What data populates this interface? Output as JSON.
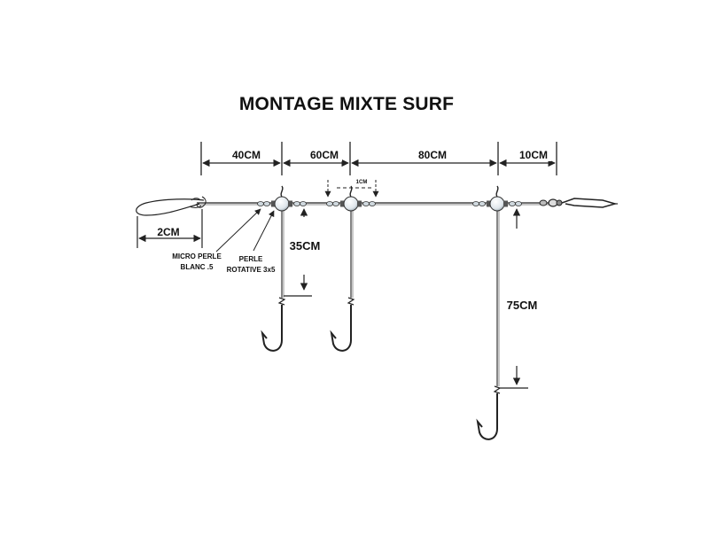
{
  "title": "MONTAGE MIXTE SURF",
  "dimensions": {
    "d40": "40CM",
    "d60": "60CM",
    "d80": "80CM",
    "d10": "10CM",
    "d1": "1CM",
    "d2": "2CM",
    "d35": "35CM",
    "d75": "75CM"
  },
  "labels": {
    "micro_perle_line1": "MICRO PERLE",
    "micro_perle_line2": "BLANC .5",
    "perle_line1": "PERLE",
    "perle_line2": "ROTATIVE 3x5"
  },
  "colors": {
    "line": "#222222",
    "bead_fill": "#e9eef2",
    "bead_stroke": "#333333",
    "text": "#111111"
  }
}
